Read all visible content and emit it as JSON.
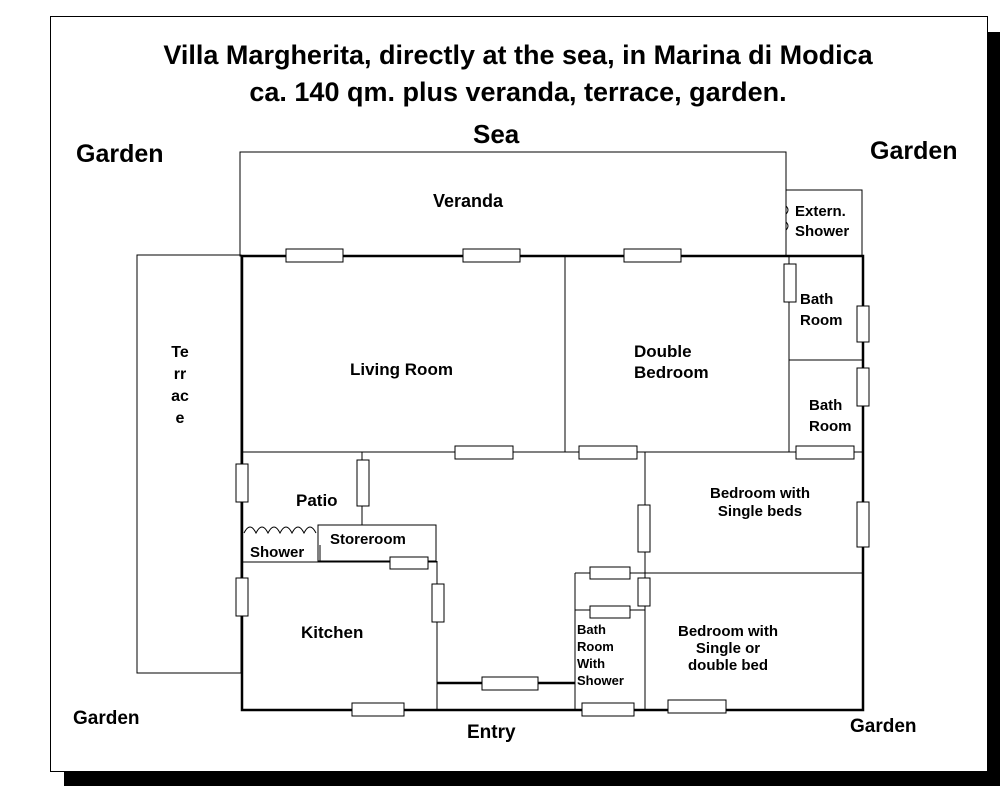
{
  "title": {
    "line1": "Villa Margherita, directly at the sea, in Marina di Modica",
    "line2": "ca. 140 qm. plus veranda, terrace, garden."
  },
  "labels": {
    "sea": "Sea",
    "garden_top_left": "Garden",
    "garden_top_right": "Garden",
    "garden_bottom_left": "Garden",
    "garden_bottom_right": "Garden",
    "entry": "Entry",
    "veranda": "Veranda",
    "terrace": "Terrace",
    "extern_shower_1": "Extern.",
    "extern_shower_2": "Shower",
    "living_room": "Living Room",
    "double_bedroom_1": "Double",
    "double_bedroom_2": "Bedroom",
    "bath_room_a_1": "Bath",
    "bath_room_a_2": "Room",
    "bath_room_b_1": "Bath",
    "bath_room_b_2": "Room",
    "patio": "Patio",
    "storeroom": "Storeroom",
    "shower": "Shower",
    "kitchen": "Kitchen",
    "bedroom_single_1": "Bedroom with",
    "bedroom_single_2": "Single beds",
    "bath_shower_1": "Bath",
    "bath_shower_2": "Room",
    "bath_shower_3": "With",
    "bath_shower_4": "Shower",
    "bedroom_double_1": "Bedroom with",
    "bedroom_double_2": "Single or",
    "bedroom_double_3": "double bed"
  },
  "colors": {
    "line": "#000000",
    "background": "#ffffff"
  }
}
